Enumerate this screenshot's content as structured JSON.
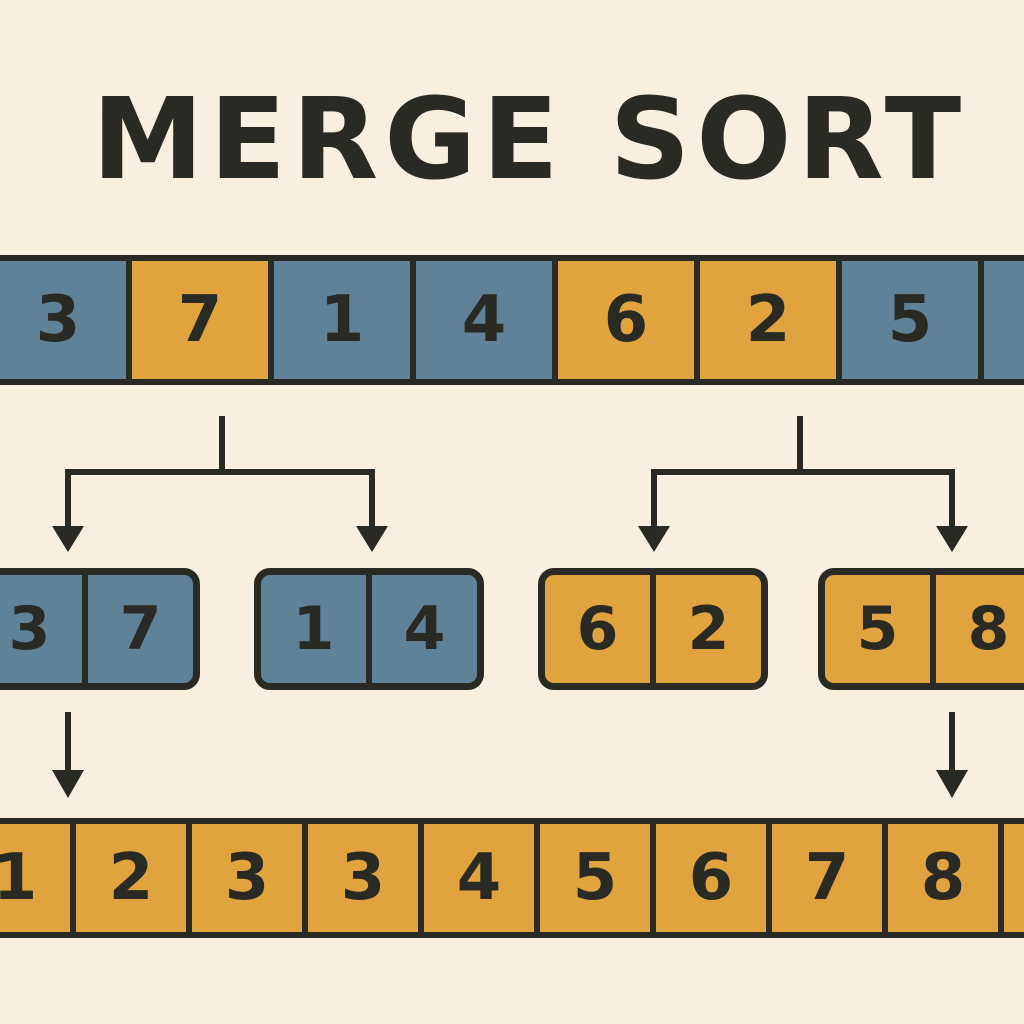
{
  "title": "MERGE SORT",
  "colors": {
    "background": "#f9efdf",
    "blue": "#5f8299",
    "orange": "#e0a33d",
    "ink": "#2a2a24"
  },
  "input_array": [
    {
      "value": "3",
      "color": "blue"
    },
    {
      "value": "7",
      "color": "orange"
    },
    {
      "value": "1",
      "color": "blue"
    },
    {
      "value": "4",
      "color": "blue"
    },
    {
      "value": "6",
      "color": "orange"
    },
    {
      "value": "2",
      "color": "orange"
    },
    {
      "value": "5",
      "color": "blue"
    }
  ],
  "pairs": [
    {
      "values": [
        "3",
        "7"
      ],
      "color": "blue"
    },
    {
      "values": [
        "1",
        "4"
      ],
      "color": "blue"
    },
    {
      "values": [
        "6",
        "2"
      ],
      "color": "orange"
    },
    {
      "values": [
        "5",
        "8"
      ],
      "color": "orange"
    }
  ],
  "sorted_array": [
    "1",
    "2",
    "3",
    "3",
    "4",
    "5",
    "6",
    "7",
    "8"
  ]
}
